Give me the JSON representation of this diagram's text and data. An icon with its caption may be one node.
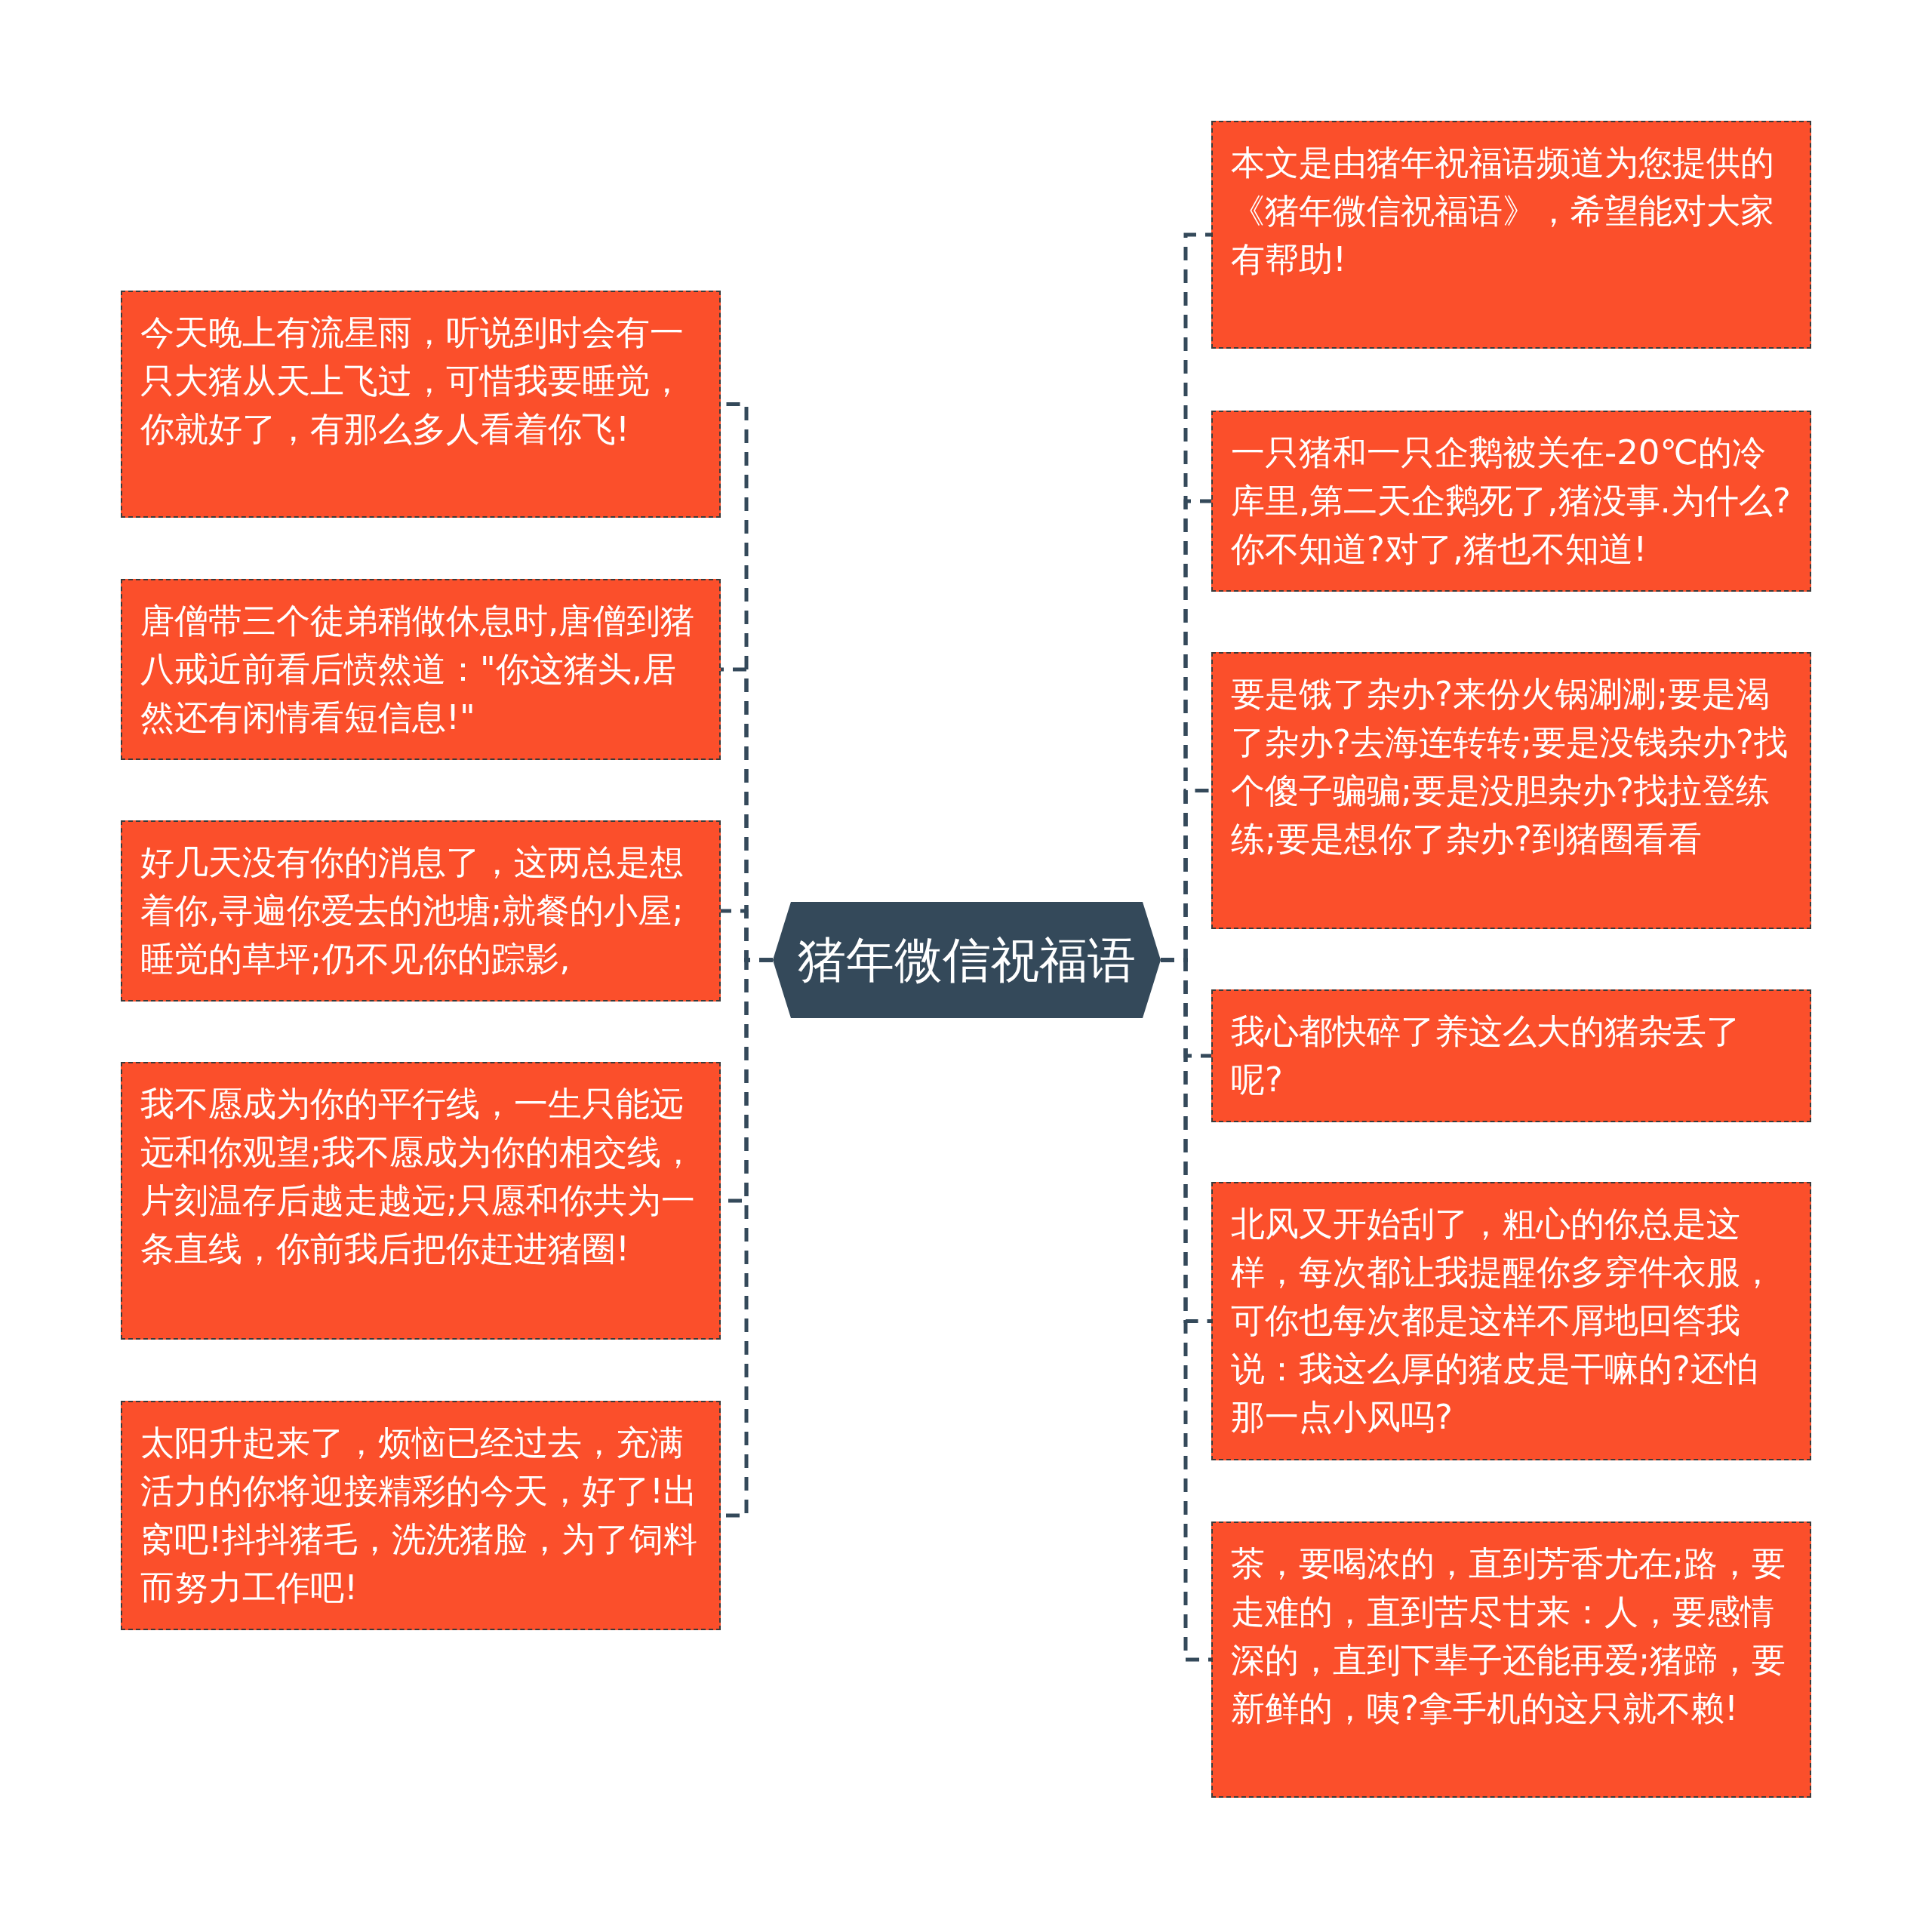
{
  "diagram": {
    "nodes": [
      {
        "text": [
          "猪年微信祝福语"
        ]
      },
      {
        "text": [
          "今天晚上有流星雨，听说到时会有一只大猪从天上飞过，可惜我要睡觉，你就好了，有那么多人看着你飞!"
        ]
      },
      {
        "text": [
          "唐僧带三个徒弟稍做休息时,唐僧到猪八戒近前看后愤然道：\"你这猪头,居然还有闲情看短信息!\""
        ]
      },
      {
        "text": [
          "好几天没有你的消息了，这两总是想着你,寻遍你爱去的池塘;就餐的小屋;睡觉的草坪;仍不见你的踪影,"
        ]
      },
      {
        "text": [
          "我不愿成为你的平行线，一生只能远远和你观望;我不愿成为你的相交线，片刻温存后越走越远;只愿和你共为一条直线，你前我后把你赶进猪圈!"
        ]
      },
      {
        "text": [
          "太阳升起来了，烦恼已经过去，充满活力的你将迎接精彩的今天，好了!出窝吧!抖抖猪毛，洗洗猪脸，为了饲料而努力工作吧!"
        ]
      },
      {
        "text": [
          "本文是由猪年祝福语频道为您提供的《猪年微信祝福语》，希望能对大家有帮助!"
        ]
      },
      {
        "text": [
          "一只猪和一只企鹅被关在-20℃的冷库里,第二天企鹅死了,猪没事.为什么?你不知道?对了,猪也不知道!"
        ]
      },
      {
        "text": [
          "要是饿了杂办?来份火锅涮涮;要是渴了杂办?去海连转转;要是没钱杂办?找个傻子骗骗;要是没胆杂办?找拉登练练;要是想你了杂办?到猪圈看看"
        ]
      },
      {
        "text": [
          "我心都快碎了养这么大的猪杂丢了呢?"
        ]
      },
      {
        "text": [
          "北风又开始刮了，粗心的你总是这样，每次都让我提醒你多穿件衣服，可你也每次都是这样不屑地回答我说：我这么厚的猪皮是干嘛的?还怕那一点小风吗?"
        ]
      },
      {
        "text": [
          "茶，要喝浓的，直到芳香尤在;路，要走难的，直到苦尽甘来：人，要感情深的，直到下辈子还能再爱;猪蹄，要新鲜的，咦?拿手机的这只就不赖!"
        ]
      }
    ],
    "edges": [
      {
        "from": 0,
        "to": 1,
        "arrow": "none",
        "style": "dashed"
      },
      {
        "from": 0,
        "to": 2,
        "arrow": "none",
        "style": "dashed"
      },
      {
        "from": 0,
        "to": 3,
        "arrow": "none",
        "style": "dashed"
      },
      {
        "from": 0,
        "to": 4,
        "arrow": "none",
        "style": "dashed"
      },
      {
        "from": 0,
        "to": 5,
        "arrow": "none",
        "style": "dashed"
      },
      {
        "from": 0,
        "to": 6,
        "arrow": "none",
        "style": "dashed"
      },
      {
        "from": 0,
        "to": 7,
        "arrow": "none",
        "style": "dashed"
      },
      {
        "from": 0,
        "to": 8,
        "arrow": "none",
        "style": "dashed"
      },
      {
        "from": 0,
        "to": 9,
        "arrow": "none",
        "style": "dashed"
      },
      {
        "from": 0,
        "to": 10,
        "arrow": "none",
        "style": "dashed"
      },
      {
        "from": 0,
        "to": 11,
        "arrow": "none",
        "style": "dashed"
      }
    ]
  }
}
